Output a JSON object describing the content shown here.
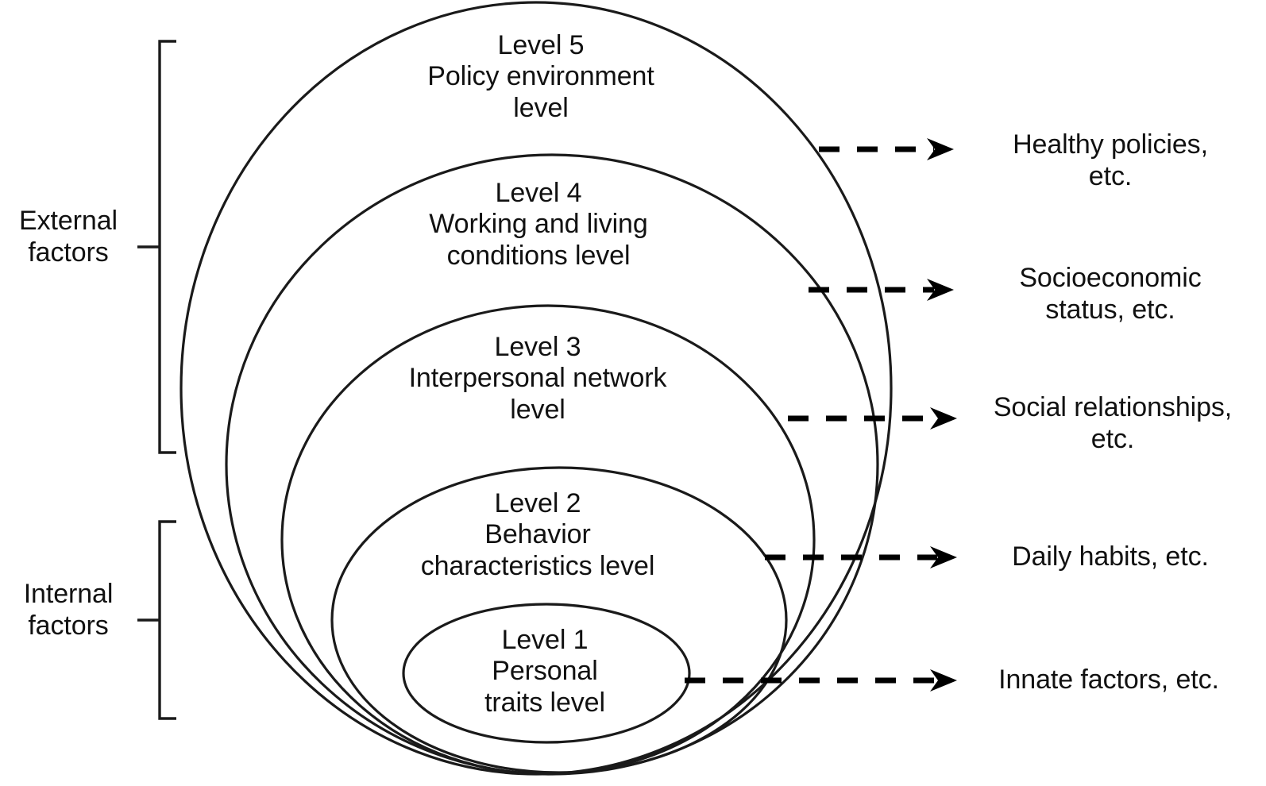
{
  "figure": {
    "kind": "nested-ellipse-socioecological-model",
    "background_color": "#ffffff",
    "line_color": "#1a1a1a"
  },
  "brackets": [
    {
      "id": "external",
      "label": "External\nfactors",
      "covers": [
        "Level 5",
        "Level 4",
        "Level 3"
      ]
    },
    {
      "id": "internal",
      "label": "Internal\nfactors",
      "covers": [
        "Level 2",
        "Level 1"
      ]
    }
  ],
  "levels": [
    {
      "id": "level-5",
      "number": "Level 5",
      "name": "Policy environment\nlevel",
      "full_label": "Level 5\nPolicy environment\nlevel",
      "group": "external"
    },
    {
      "id": "level-4",
      "number": "Level 4",
      "name": "Working and living\nconditions level",
      "full_label": "Level 4\nWorking and living\nconditions level",
      "group": "external"
    },
    {
      "id": "level-3",
      "number": "Level 3",
      "name": "Interpersonal network\nlevel",
      "full_label": "Level 3\nInterpersonal network\nlevel",
      "group": "external"
    },
    {
      "id": "level-2",
      "number": "Level 2",
      "name": "Behavior\ncharacteristics level",
      "full_label": "Level 2\nBehavior\ncharacteristics level",
      "group": "internal"
    },
    {
      "id": "level-1",
      "number": "Level 1",
      "name": "Personal\ntraits level",
      "full_label": "Level 1\nPersonal\ntraits level",
      "group": "internal"
    }
  ],
  "callouts": [
    {
      "id": "callout-5",
      "from": "level-5",
      "text": "Healthy policies,\netc."
    },
    {
      "id": "callout-4",
      "from": "level-4",
      "text": "Socioeconomic\nstatus, etc."
    },
    {
      "id": "callout-3",
      "from": "level-3",
      "text": "Social relationships,\netc."
    },
    {
      "id": "callout-2",
      "from": "level-2",
      "text": "Daily habits, etc."
    },
    {
      "id": "callout-1",
      "from": "level-1",
      "text": "Innate factors, etc."
    }
  ]
}
